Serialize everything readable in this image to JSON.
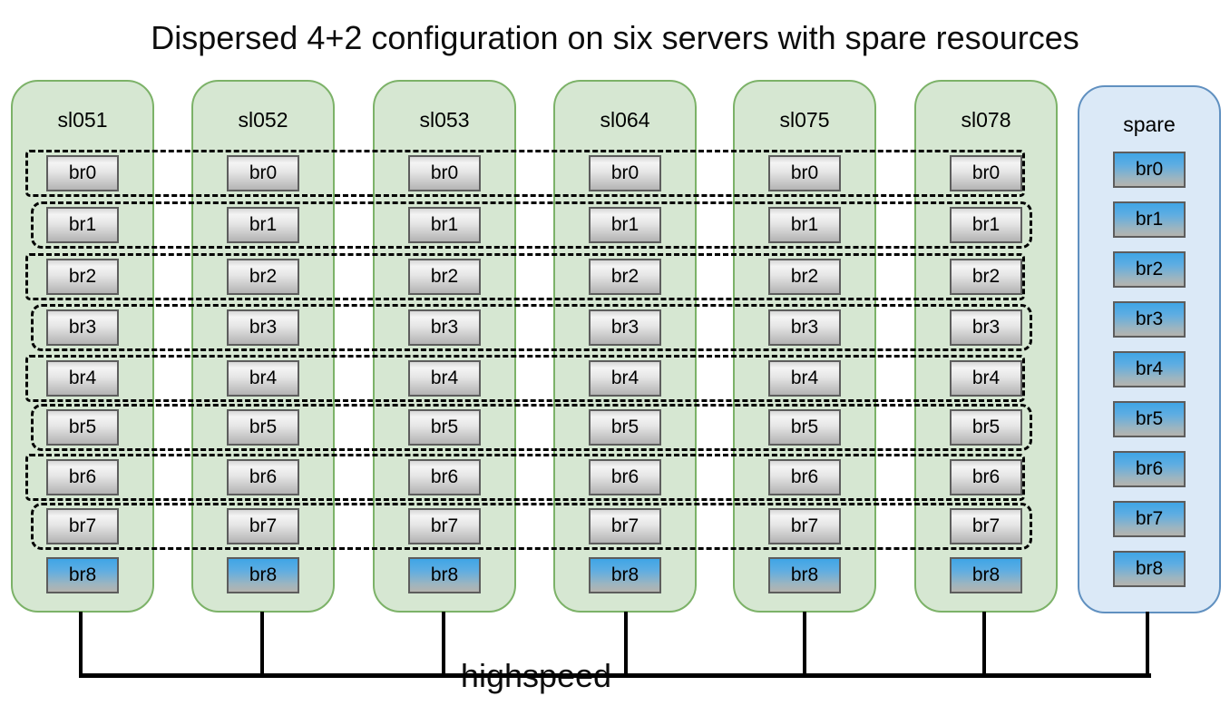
{
  "title": "Dispersed 4+2 configuration on six servers with spare resources",
  "network": {
    "label": "highspeed"
  },
  "servers": [
    {
      "name": "sl051",
      "kind": "server",
      "bricks": [
        {
          "label": "br0",
          "style": "data"
        },
        {
          "label": "br1",
          "style": "data"
        },
        {
          "label": "br2",
          "style": "data"
        },
        {
          "label": "br3",
          "style": "data"
        },
        {
          "label": "br4",
          "style": "data"
        },
        {
          "label": "br5",
          "style": "data"
        },
        {
          "label": "br6",
          "style": "data"
        },
        {
          "label": "br7",
          "style": "data"
        },
        {
          "label": "br8",
          "style": "spare"
        }
      ]
    },
    {
      "name": "sl052",
      "kind": "server",
      "bricks": [
        {
          "label": "br0",
          "style": "data"
        },
        {
          "label": "br1",
          "style": "data"
        },
        {
          "label": "br2",
          "style": "data"
        },
        {
          "label": "br3",
          "style": "data"
        },
        {
          "label": "br4",
          "style": "data"
        },
        {
          "label": "br5",
          "style": "data"
        },
        {
          "label": "br6",
          "style": "data"
        },
        {
          "label": "br7",
          "style": "data"
        },
        {
          "label": "br8",
          "style": "spare"
        }
      ]
    },
    {
      "name": "sl053",
      "kind": "server",
      "bricks": [
        {
          "label": "br0",
          "style": "data"
        },
        {
          "label": "br1",
          "style": "data"
        },
        {
          "label": "br2",
          "style": "data"
        },
        {
          "label": "br3",
          "style": "data"
        },
        {
          "label": "br4",
          "style": "data"
        },
        {
          "label": "br5",
          "style": "data"
        },
        {
          "label": "br6",
          "style": "data"
        },
        {
          "label": "br7",
          "style": "data"
        },
        {
          "label": "br8",
          "style": "spare"
        }
      ]
    },
    {
      "name": "sl064",
      "kind": "server",
      "bricks": [
        {
          "label": "br0",
          "style": "data"
        },
        {
          "label": "br1",
          "style": "data"
        },
        {
          "label": "br2",
          "style": "data"
        },
        {
          "label": "br3",
          "style": "data"
        },
        {
          "label": "br4",
          "style": "data"
        },
        {
          "label": "br5",
          "style": "data"
        },
        {
          "label": "br6",
          "style": "data"
        },
        {
          "label": "br7",
          "style": "data"
        },
        {
          "label": "br8",
          "style": "spare"
        }
      ]
    },
    {
      "name": "sl075",
      "kind": "server",
      "bricks": [
        {
          "label": "br0",
          "style": "data"
        },
        {
          "label": "br1",
          "style": "data"
        },
        {
          "label": "br2",
          "style": "data"
        },
        {
          "label": "br3",
          "style": "data"
        },
        {
          "label": "br4",
          "style": "data"
        },
        {
          "label": "br5",
          "style": "data"
        },
        {
          "label": "br6",
          "style": "data"
        },
        {
          "label": "br7",
          "style": "data"
        },
        {
          "label": "br8",
          "style": "spare"
        }
      ]
    },
    {
      "name": "sl078",
      "kind": "server",
      "bricks": [
        {
          "label": "br0",
          "style": "data"
        },
        {
          "label": "br1",
          "style": "data"
        },
        {
          "label": "br2",
          "style": "data"
        },
        {
          "label": "br3",
          "style": "data"
        },
        {
          "label": "br4",
          "style": "data"
        },
        {
          "label": "br5",
          "style": "data"
        },
        {
          "label": "br6",
          "style": "data"
        },
        {
          "label": "br7",
          "style": "data"
        },
        {
          "label": "br8",
          "style": "spare"
        }
      ]
    },
    {
      "name": "spare",
      "kind": "spare",
      "bricks": [
        {
          "label": "br0",
          "style": "spare"
        },
        {
          "label": "br1",
          "style": "spare"
        },
        {
          "label": "br2",
          "style": "spare"
        },
        {
          "label": "br3",
          "style": "spare"
        },
        {
          "label": "br4",
          "style": "spare"
        },
        {
          "label": "br5",
          "style": "spare"
        },
        {
          "label": "br6",
          "style": "spare"
        },
        {
          "label": "br7",
          "style": "spare"
        },
        {
          "label": "br8",
          "style": "spare"
        }
      ]
    }
  ],
  "dispersal_groups": [
    "br0",
    "br1",
    "br2",
    "br3",
    "br4",
    "br5",
    "br6",
    "br7"
  ],
  "colors": {
    "server_fill": "#d6e7d2",
    "server_border": "#7cb268",
    "spare_fill": "#dbe9f7",
    "spare_border": "#6090c0",
    "brick_gray_top": "#d7d7d7",
    "brick_gray_bottom": "#b3b3b3",
    "brick_blue_top": "#3fa5e6",
    "brick_blue_bottom": "#b4b3ae",
    "line": "#000000"
  }
}
